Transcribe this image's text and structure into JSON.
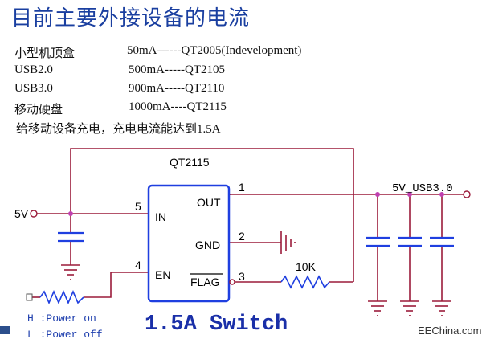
{
  "title": "目前主要外接设备的电流",
  "rows": [
    {
      "name": "小型机顶盒",
      "value": "50mA------QT2005(Indevelopment)"
    },
    {
      "name": "USB2.0",
      "value": "500mA-----QT2105"
    },
    {
      "name": "USB3.0",
      "value": "900mA-----QT2110"
    },
    {
      "name": "移动硬盘",
      "value": "1000mA----QT2115"
    }
  ],
  "caption": "给移动设备充电，充电电流能达到1.5A",
  "diagram": {
    "chip_name": "QT2115",
    "pins": {
      "in": "IN",
      "en": "EN",
      "out": "OUT",
      "gnd": "GND",
      "flag": "FLAG",
      "n_in": "5",
      "n_en": "4",
      "n_out": "1",
      "n_gnd": "2",
      "n_flag": "3"
    },
    "input_label": "5V",
    "output_label": "5V_USB3.0",
    "resistor_label": "10K"
  },
  "notes": [
    "H :Power on",
    "L :Power off"
  ],
  "switch_text": "1.5A Switch",
  "logo": "EEChina.com",
  "colors": {
    "wire": "#9b1b3a",
    "chip": "#1f3fe0",
    "node": "#c040b0",
    "title": "#1a3fa0"
  }
}
